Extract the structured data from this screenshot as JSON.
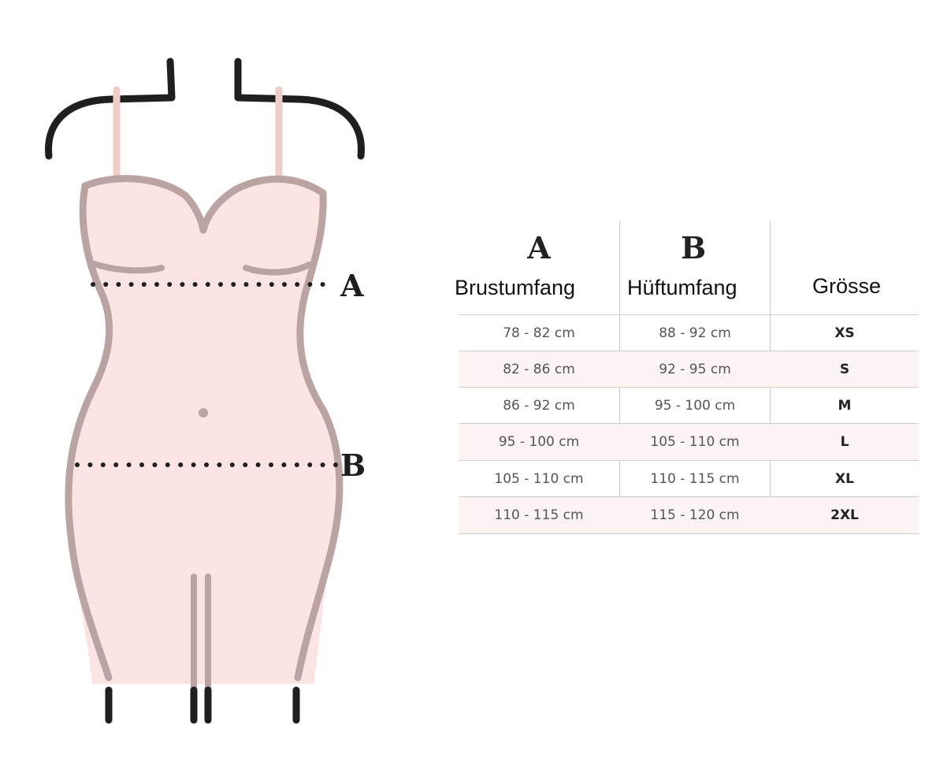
{
  "figure": {
    "markers": {
      "a": "A",
      "b": "B"
    },
    "colors": {
      "dress_fill": "#fbe4e2",
      "dress_outline": "#bba3a2",
      "hanger": "#1f1f1f",
      "strap": "#f0cdc8"
    }
  },
  "table": {
    "letters": {
      "a": "A",
      "b": "B"
    },
    "headers": {
      "a": "Brustumfang",
      "b": "Hüftumfang",
      "c": "Grösse"
    },
    "rows": [
      {
        "bust": "78 - 82 cm",
        "hip": "88 - 92 cm",
        "size": "XS"
      },
      {
        "bust": "82 - 86 cm",
        "hip": "92 - 95 cm",
        "size": "S"
      },
      {
        "bust": "86 - 92 cm",
        "hip": "95 - 100 cm",
        "size": "M"
      },
      {
        "bust": "95 - 100 cm",
        "hip": "105 - 110 cm",
        "size": "L"
      },
      {
        "bust": "105 - 110 cm",
        "hip": "110 - 115 cm",
        "size": "XL"
      },
      {
        "bust": "110 - 115 cm",
        "hip": "115 - 120 cm",
        "size": "2XL"
      }
    ]
  }
}
